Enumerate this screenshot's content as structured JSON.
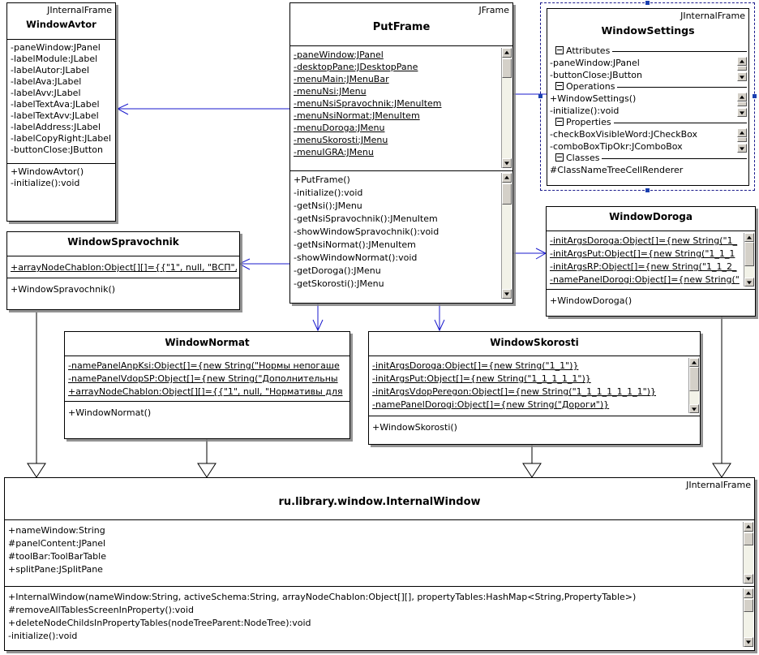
{
  "diagram": {
    "title": "UML Class Diagram",
    "accent_line_color": "#1a1acd",
    "line_color": "#000000",
    "selection_color": "#1a3fb0"
  },
  "classes": {
    "windowAvtor": {
      "stereotype": "JInternalFrame",
      "name": "WindowAvtor",
      "attributes": [
        "-paneWindow:JPanel",
        "-labelModule:JLabel",
        "-labelAutor:JLabel",
        "-labelAva:JLabel",
        "-labelAvv:JLabel",
        "-labelTextAva:JLabel",
        "-labelTextAvv:JLabel",
        "-labelAddress:JLabel",
        "-labelCopyRight:JLabel",
        "-buttonClose:JButton"
      ],
      "operations": [
        "+WindowAvtor()",
        "-initialize():void"
      ]
    },
    "putFrame": {
      "stereotype": "JFrame",
      "name": "PutFrame",
      "attributes": [
        "-paneWindow:JPanel",
        "-desktopPane:JDesktopPane",
        "-menuMain:JMenuBar",
        "-menuNsi:JMenu",
        "-menuNsiSpravochnik:JMenuItem",
        "-menuNsiNormat:JMenuItem",
        "-menuDoroga:JMenu",
        "-menuSkorosti:JMenu",
        "-menuIGRA:JMenu"
      ],
      "operations": [
        "+PutFrame()",
        "-initialize():void",
        "-getNsi():JMenu",
        "-getNsiSpravochnik():JMenuItem",
        "-showWindowSpravochnik():void",
        "-getNsiNormat():JMenuItem",
        "-showWindowNormat():void",
        "-getDoroga():JMenu",
        "-getSkorosti():JMenu"
      ]
    },
    "windowSettings": {
      "stereotype": "JInternalFrame",
      "name": "WindowSettings",
      "selected": true,
      "groups": [
        {
          "label": "Attributes",
          "members": [
            "-paneWindow:JPanel",
            "-buttonClose:JButton"
          ]
        },
        {
          "label": "Operations",
          "members": [
            "+WindowSettings()",
            "-initialize():void"
          ]
        },
        {
          "label": "Properties",
          "members": [
            "-checkBoxVisibleWord:JCheckBox",
            "-comboBoxTipOkr:JComboBox"
          ]
        },
        {
          "label": "Classes",
          "members": [
            "#ClassNameTreeCellRenderer"
          ]
        }
      ]
    },
    "windowSpravochnik": {
      "stereotype": "",
      "name": "WindowSpravochnik",
      "attributes": [
        "+arrayNodeChablon:Object[][]={{\"1\", null, \"ВСП\","
      ],
      "operations": [
        "+WindowSpravochnik()"
      ]
    },
    "windowDoroga": {
      "stereotype": "",
      "name": "WindowDoroga",
      "attributes": [
        "-initArgsDoroga:Object[]={new String(\"1_",
        "-initArgsPut:Object[]={new String(\"1_1_1",
        "-initArgsRP:Object[]={new String(\"1_1_2_",
        "-namePanelDorogi:Object[]={new String(\""
      ],
      "operations": [
        "+WindowDoroga()"
      ]
    },
    "windowNormat": {
      "stereotype": "",
      "name": "WindowNormat",
      "attributes": [
        "-namePanelAnpKsi:Object[]={new String(\"Нормы непогаше",
        "-namePanelVdopSP:Object[]={new String(\"Дополнительны",
        "+arrayNodeChablon:Object[][]={{\"1\", null, \"Нормативы для"
      ],
      "operations": [
        "+WindowNormat()"
      ]
    },
    "windowSkorosti": {
      "stereotype": "",
      "name": "WindowSkorosti",
      "attributes": [
        "-initArgsDoroga:Object[]={new String(\"1_1\")}",
        "-initArgsPut:Object[]={new String(\"1_1_1_1_1\")}",
        "-initArgsVdopPeregon:Object[]={new String(\"1_1_1_1_1_1_1\")}",
        "-namePanelDorogi:Object[]={new String(\"Дороги\")}"
      ],
      "operations": [
        "+WindowSkorosti()"
      ]
    },
    "internalWindow": {
      "stereotype": "JInternalFrame",
      "name": "ru.library.window.InternalWindow",
      "attributes": [
        "+nameWindow:String",
        "#panelContent:JPanel",
        "#toolBar:ToolBarTable",
        "+splitPane:JSplitPane"
      ],
      "operations": [
        "+InternalWindow(nameWindow:String, activeSchema:String, arrayNodeChablon:Object[][], propertyTables:HashMap<String,PropertyTable>)",
        "#removeAllTablesScreenInProperty():void",
        "+deleteNodeChildsInPropertyTables(nodeTreeParent:NodeTree):void",
        "-initialize():void"
      ]
    }
  },
  "relations": [
    {
      "from": "putFrame",
      "to": "windowAvtor",
      "kind": "dependency"
    },
    {
      "from": "putFrame",
      "to": "windowSettings",
      "kind": "dependency"
    },
    {
      "from": "putFrame",
      "to": "windowSpravochnik",
      "kind": "dependency"
    },
    {
      "from": "putFrame",
      "to": "windowDoroga",
      "kind": "dependency"
    },
    {
      "from": "putFrame",
      "to": "windowNormat",
      "kind": "dependency"
    },
    {
      "from": "putFrame",
      "to": "windowSkorosti",
      "kind": "dependency"
    },
    {
      "from": "windowSpravochnik",
      "to": "internalWindow",
      "kind": "generalization"
    },
    {
      "from": "windowNormat",
      "to": "internalWindow",
      "kind": "generalization"
    },
    {
      "from": "windowSkorosti",
      "to": "internalWindow",
      "kind": "generalization"
    },
    {
      "from": "windowDoroga",
      "to": "internalWindow",
      "kind": "generalization"
    }
  ]
}
